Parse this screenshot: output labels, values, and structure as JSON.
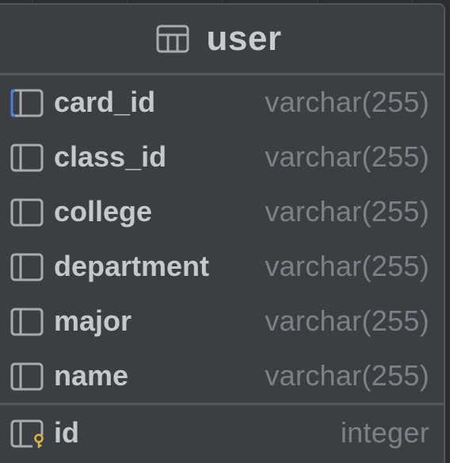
{
  "table": {
    "name": "user",
    "icon": "table-icon"
  },
  "columns": [
    {
      "name": "card_id",
      "type": "varchar(255)",
      "icon": "column-icon",
      "selected": true
    },
    {
      "name": "class_id",
      "type": "varchar(255)",
      "icon": "column-icon"
    },
    {
      "name": "college",
      "type": "varchar(255)",
      "icon": "column-icon"
    },
    {
      "name": "department",
      "type": "varchar(255)",
      "icon": "column-icon"
    },
    {
      "name": "major",
      "type": "varchar(255)",
      "icon": "column-icon"
    },
    {
      "name": "name",
      "type": "varchar(255)",
      "icon": "column-icon"
    }
  ],
  "primary_key": {
    "name": "id",
    "type": "integer",
    "icon": "primary-key-column-icon"
  },
  "colors": {
    "background": "#2b2d30",
    "card": "#3c3f41",
    "border": "#55575b",
    "name_text": "#c6c8cc",
    "type_text": "#7d8088",
    "selection_accent": "#4a7fd4",
    "key_color": "#d8b54a"
  }
}
